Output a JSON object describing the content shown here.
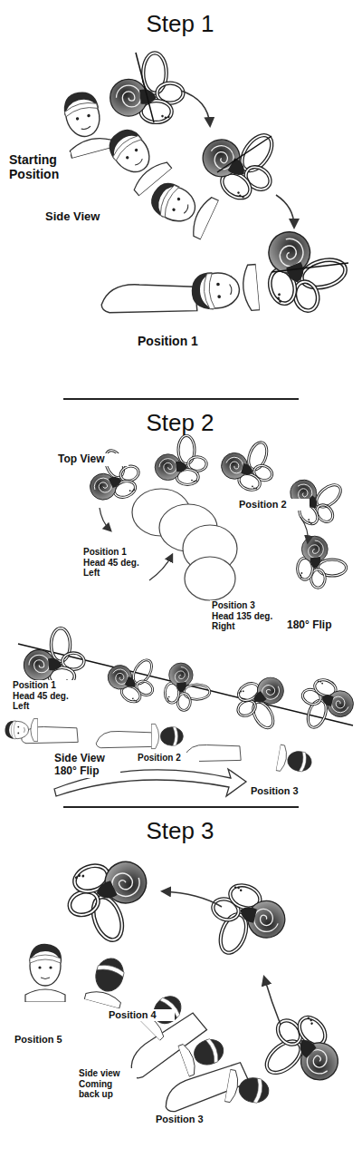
{
  "diagram": {
    "labels": [
      "Step 1",
      "Starting Position",
      "Side View",
      "Position 1",
      "Step 2",
      "Top View",
      "Position 2",
      "Position 1 Head 45 deg. Left",
      "Position 3 Head 135 deg. Right",
      "180° Flip",
      "Position 1 Head 45 deg. Left",
      "Position 2",
      "Side View 180° Flip",
      "Position 3",
      "Step 3",
      "Position 4",
      "Position 5",
      "Side view Coming back up",
      "Position 3"
    ]
  }
}
